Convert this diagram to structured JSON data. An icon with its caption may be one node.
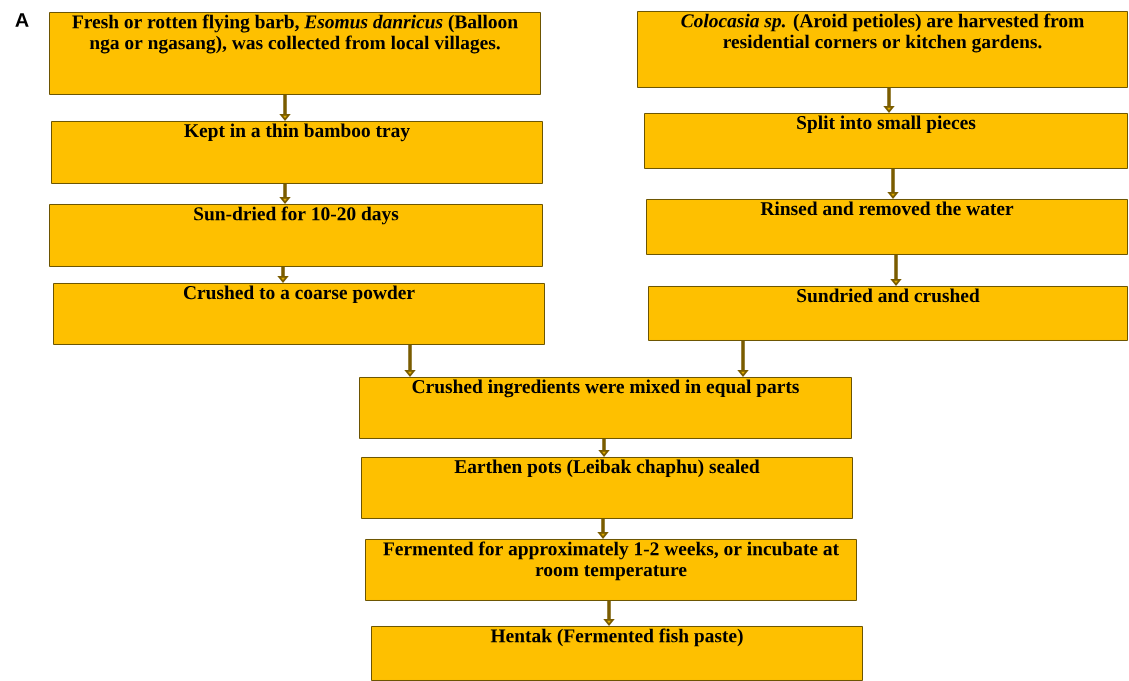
{
  "diagram": {
    "nodes": [
      {
        "text": [
          "Fresh or rotten flying barb, *Esomus danricus* (Balloon nga or ngasang), was collected from local villages."
        ]
      },
      {
        "text": [
          "Kept in a thin bamboo tray"
        ]
      },
      {
        "text": [
          "Sun-dried for 10-20 days"
        ]
      },
      {
        "text": [
          "Crushed to a coarse powder"
        ]
      },
      {
        "text": [
          "*Colocasia sp.* (Aroid petioles) are harvested from residential corners or kitchen gardens."
        ]
      },
      {
        "text": [
          "Split into small pieces"
        ]
      },
      {
        "text": [
          "Rinsed and removed the water"
        ]
      },
      {
        "text": [
          "Sundried and crushed"
        ]
      },
      {
        "text": [
          "Crushed ingredients were mixed in equal parts"
        ]
      },
      {
        "text": [
          "Earthen pots (Leibak chaphu) sealed"
        ]
      },
      {
        "text": [
          "Fermented for approximately 1-2 weeks, or incubate at room temperature"
        ]
      },
      {
        "text": [
          "Hentak (Fermented fish paste)"
        ]
      }
    ],
    "edges": [
      {
        "from": 0,
        "to": 1,
        "arrow": "to"
      },
      {
        "from": 1,
        "to": 2,
        "arrow": "to"
      },
      {
        "from": 2,
        "to": 3,
        "arrow": "to"
      },
      {
        "from": 3,
        "to": 8,
        "arrow": "to"
      },
      {
        "from": 4,
        "to": 5,
        "arrow": "to"
      },
      {
        "from": 5,
        "to": 6,
        "arrow": "to"
      },
      {
        "from": 6,
        "to": 7,
        "arrow": "to"
      },
      {
        "from": 7,
        "to": 8,
        "arrow": "to"
      },
      {
        "from": 8,
        "to": 9,
        "arrow": "to"
      },
      {
        "from": 9,
        "to": 10,
        "arrow": "to"
      },
      {
        "from": 10,
        "to": 11,
        "arrow": "to"
      }
    ],
    "labels": [
      "A"
    ]
  }
}
